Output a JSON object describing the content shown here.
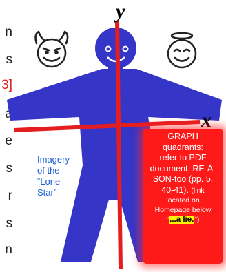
{
  "side_text_fragments": [
    {
      "text": "n",
      "color": "#222222"
    },
    {
      "text": "s",
      "color": "#222222"
    },
    {
      "text": "3]",
      "color": "#e02020"
    },
    {
      "text": "a",
      "color": "#222222"
    },
    {
      "text": "e",
      "color": "#222222"
    },
    {
      "text": "s",
      "color": "#222222"
    },
    {
      "text": "r",
      "color": "#222222"
    },
    {
      "text": "s",
      "color": "#222222"
    },
    {
      "text": "n",
      "color": "#222222"
    }
  ],
  "diagram": {
    "y_axis_label": "y",
    "x_axis_label": "x",
    "left_icon": "devil-smiley-icon",
    "right_icon": "angel-smiley-icon",
    "figure": "star-person",
    "colors": {
      "figure": "#3535c8",
      "axes": "#e41e1e",
      "face_features": "#ffffff",
      "callout": "#ff1a1a",
      "highlight": "#fff200",
      "caption": "#1a5fd6"
    }
  },
  "caption": {
    "line1": "Imagery",
    "line2": "of the",
    "line3": "“Lone",
    "line4": "Star”"
  },
  "callout": {
    "line1": "GRAPH",
    "line2": "quadrants:",
    "line3": "refer to PDF",
    "line4": "document, RE-A-",
    "line5": "SON-too (pp. 5,",
    "line6": "40-41).",
    "small1": "(link",
    "small2": "located on",
    "small3": "Homepage below",
    "quote_open": "“",
    "highlight": "...a lie.",
    "quote_close": "”)"
  }
}
